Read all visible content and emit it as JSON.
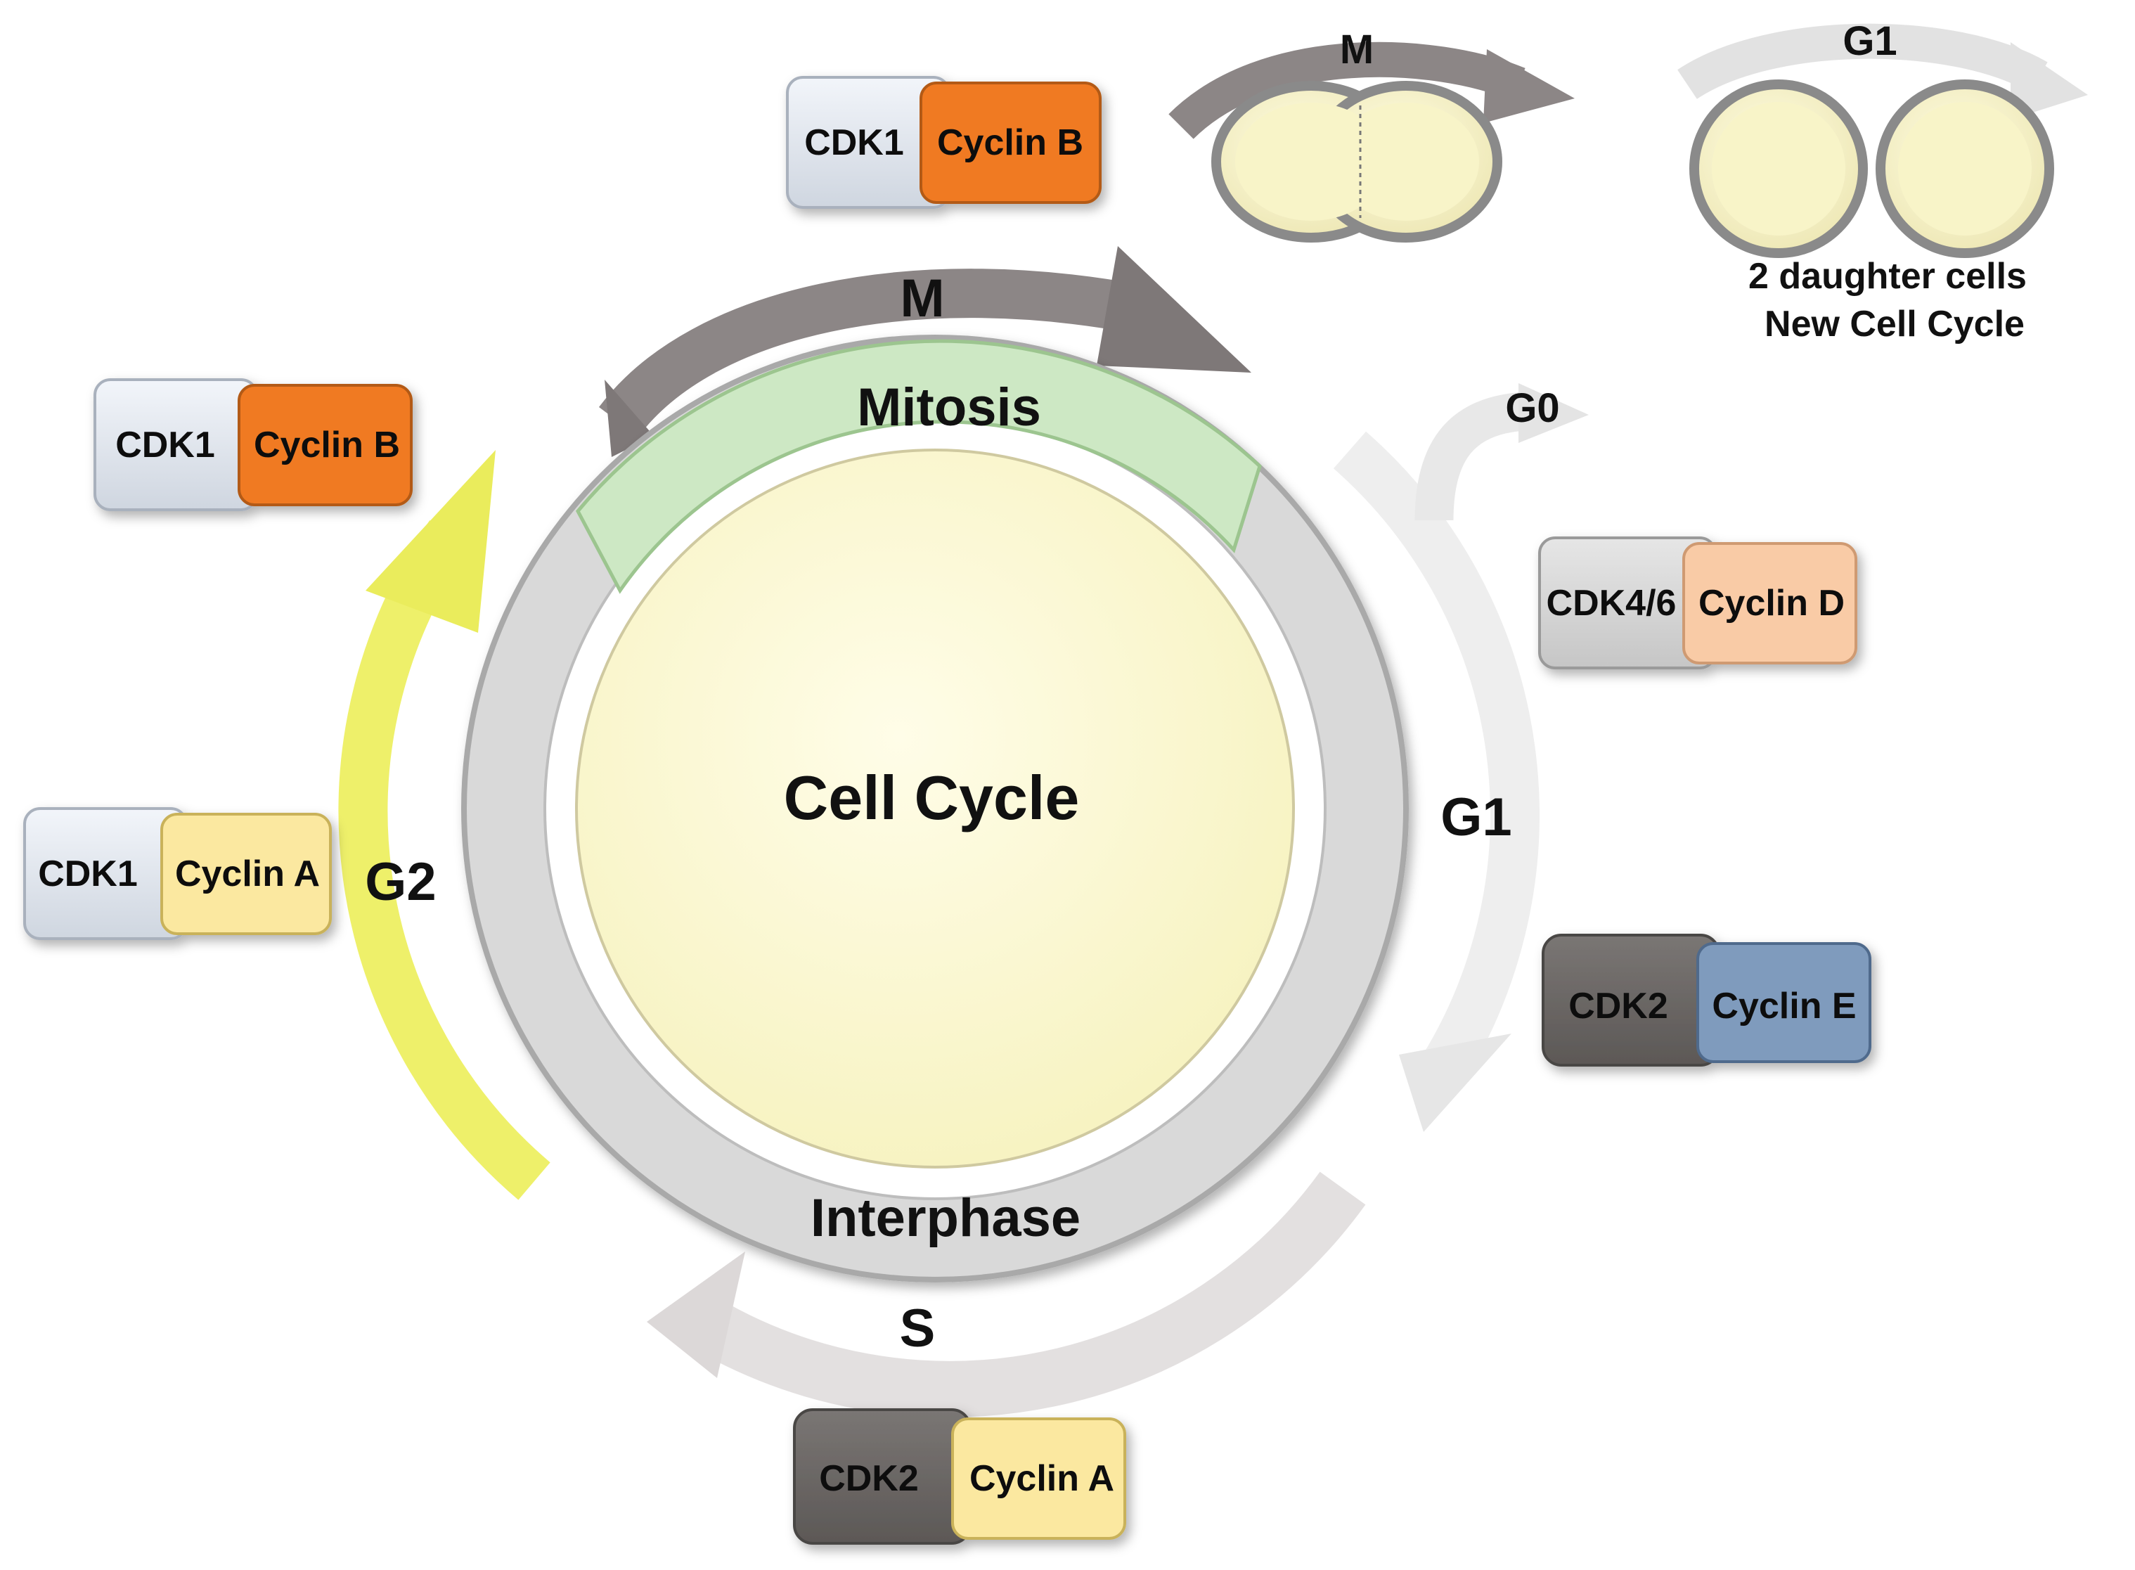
{
  "center": {
    "title": "Cell Cycle"
  },
  "bands": {
    "mitosis": "Mitosis",
    "interphase": "Interphase"
  },
  "phases": {
    "m": "M",
    "g1": "G1",
    "s": "S",
    "g2": "G2",
    "g0": "G0"
  },
  "division": {
    "m_label": "M",
    "g1_label": "G1",
    "caption_line1": "2 daughter cells",
    "caption_line2": "New Cell Cycle"
  },
  "complexes": [
    {
      "cdk": "CDK1",
      "cyclin": "Cyclin B",
      "cdk_color": "#dde3ec",
      "cyclin_color": "#f07a22"
    },
    {
      "cdk": "CDK1",
      "cyclin": "Cyclin B",
      "cdk_color": "#dde3ec",
      "cyclin_color": "#f07a22"
    },
    {
      "cdk": "CDK1",
      "cyclin": "Cyclin A",
      "cdk_color": "#dde3ec",
      "cyclin_color": "#fbe8a0"
    },
    {
      "cdk": "CDK4/6",
      "cyclin": "Cyclin D",
      "cdk_color": "#d6d6d6",
      "cyclin_color": "#f9cba6"
    },
    {
      "cdk": "CDK2",
      "cyclin": "Cyclin E",
      "cdk_color": "#6e6a68",
      "cyclin_color": "#7f9bbd"
    },
    {
      "cdk": "CDK2",
      "cyclin": "Cyclin A",
      "cdk_color": "#6e6a68",
      "cyclin_color": "#fbe8a0"
    }
  ],
  "colors": {
    "cell_fill": "#fdfbd8",
    "ring": "#d8d8d8",
    "mitosis_band": "#cde8c4",
    "arrow_gray": "#8c8686",
    "arrow_light": "#e6e6e6",
    "arrow_yellow": "#eef06a"
  }
}
